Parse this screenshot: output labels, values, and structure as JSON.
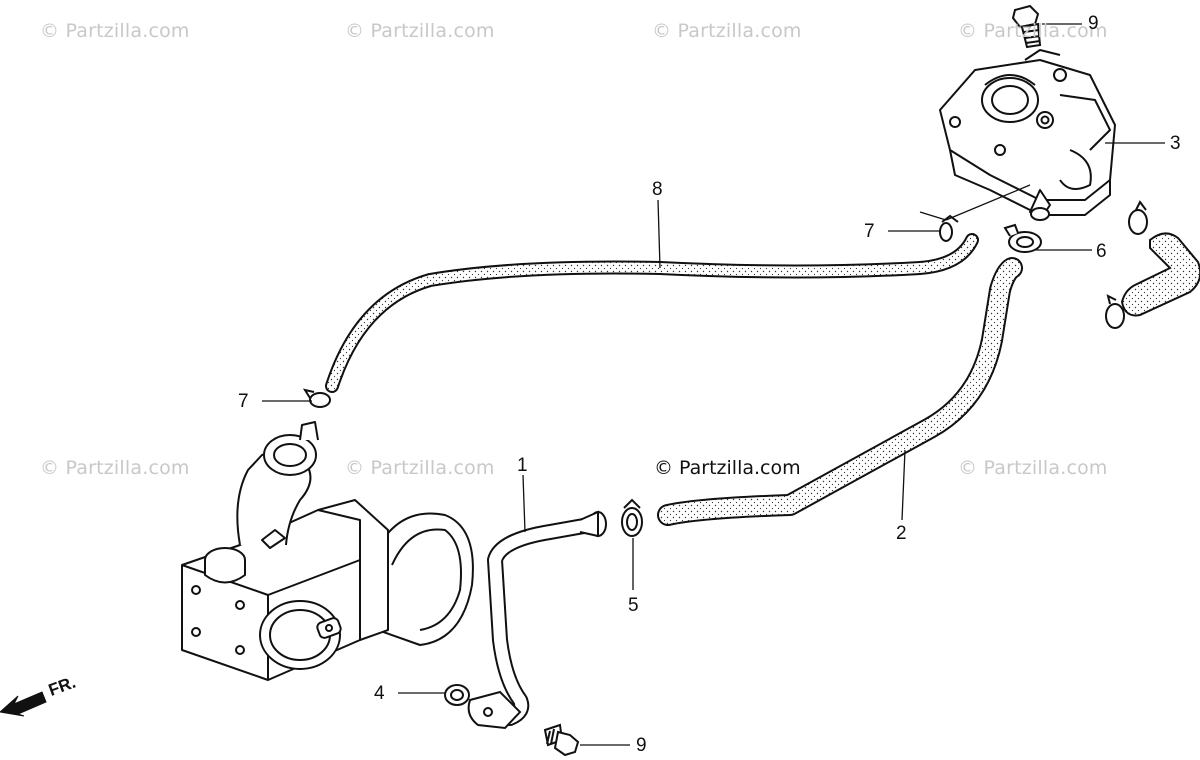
{
  "watermark": "© Partzilla.com",
  "watermark_center": "© Partzilla.com",
  "front_label": "FR.",
  "callouts": {
    "c1": "1",
    "c2": "2",
    "c3": "3",
    "c4": "4",
    "c5": "5",
    "c6": "6",
    "c7a": "7",
    "c7b": "7",
    "c8": "8",
    "c9a": "9",
    "c9b": "9"
  },
  "colors": {
    "ink": "#111111",
    "watermark": "#c8c8c8",
    "background": "#ffffff"
  }
}
